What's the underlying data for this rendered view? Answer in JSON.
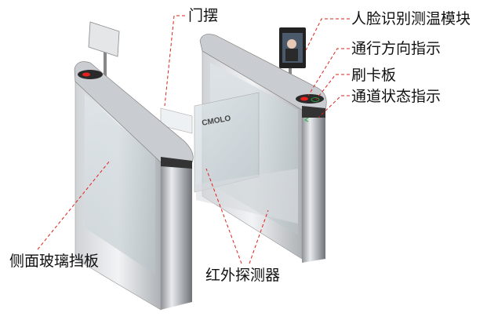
{
  "labels": {
    "gate_flap": "门摆",
    "face_temp_module": "人脸识别测温模块",
    "direction_indicator": "通行方向指示",
    "card_reader": "刷卡板",
    "status_indicator": "通道状态指示",
    "side_glass": "侧面玻璃挡板",
    "ir_detector": "红外探测器"
  },
  "brand_mark": "CMOLO",
  "colors": {
    "leader_line": "#e0201a",
    "red_light": "#e8201c",
    "green_light": "#2cb34a"
  }
}
